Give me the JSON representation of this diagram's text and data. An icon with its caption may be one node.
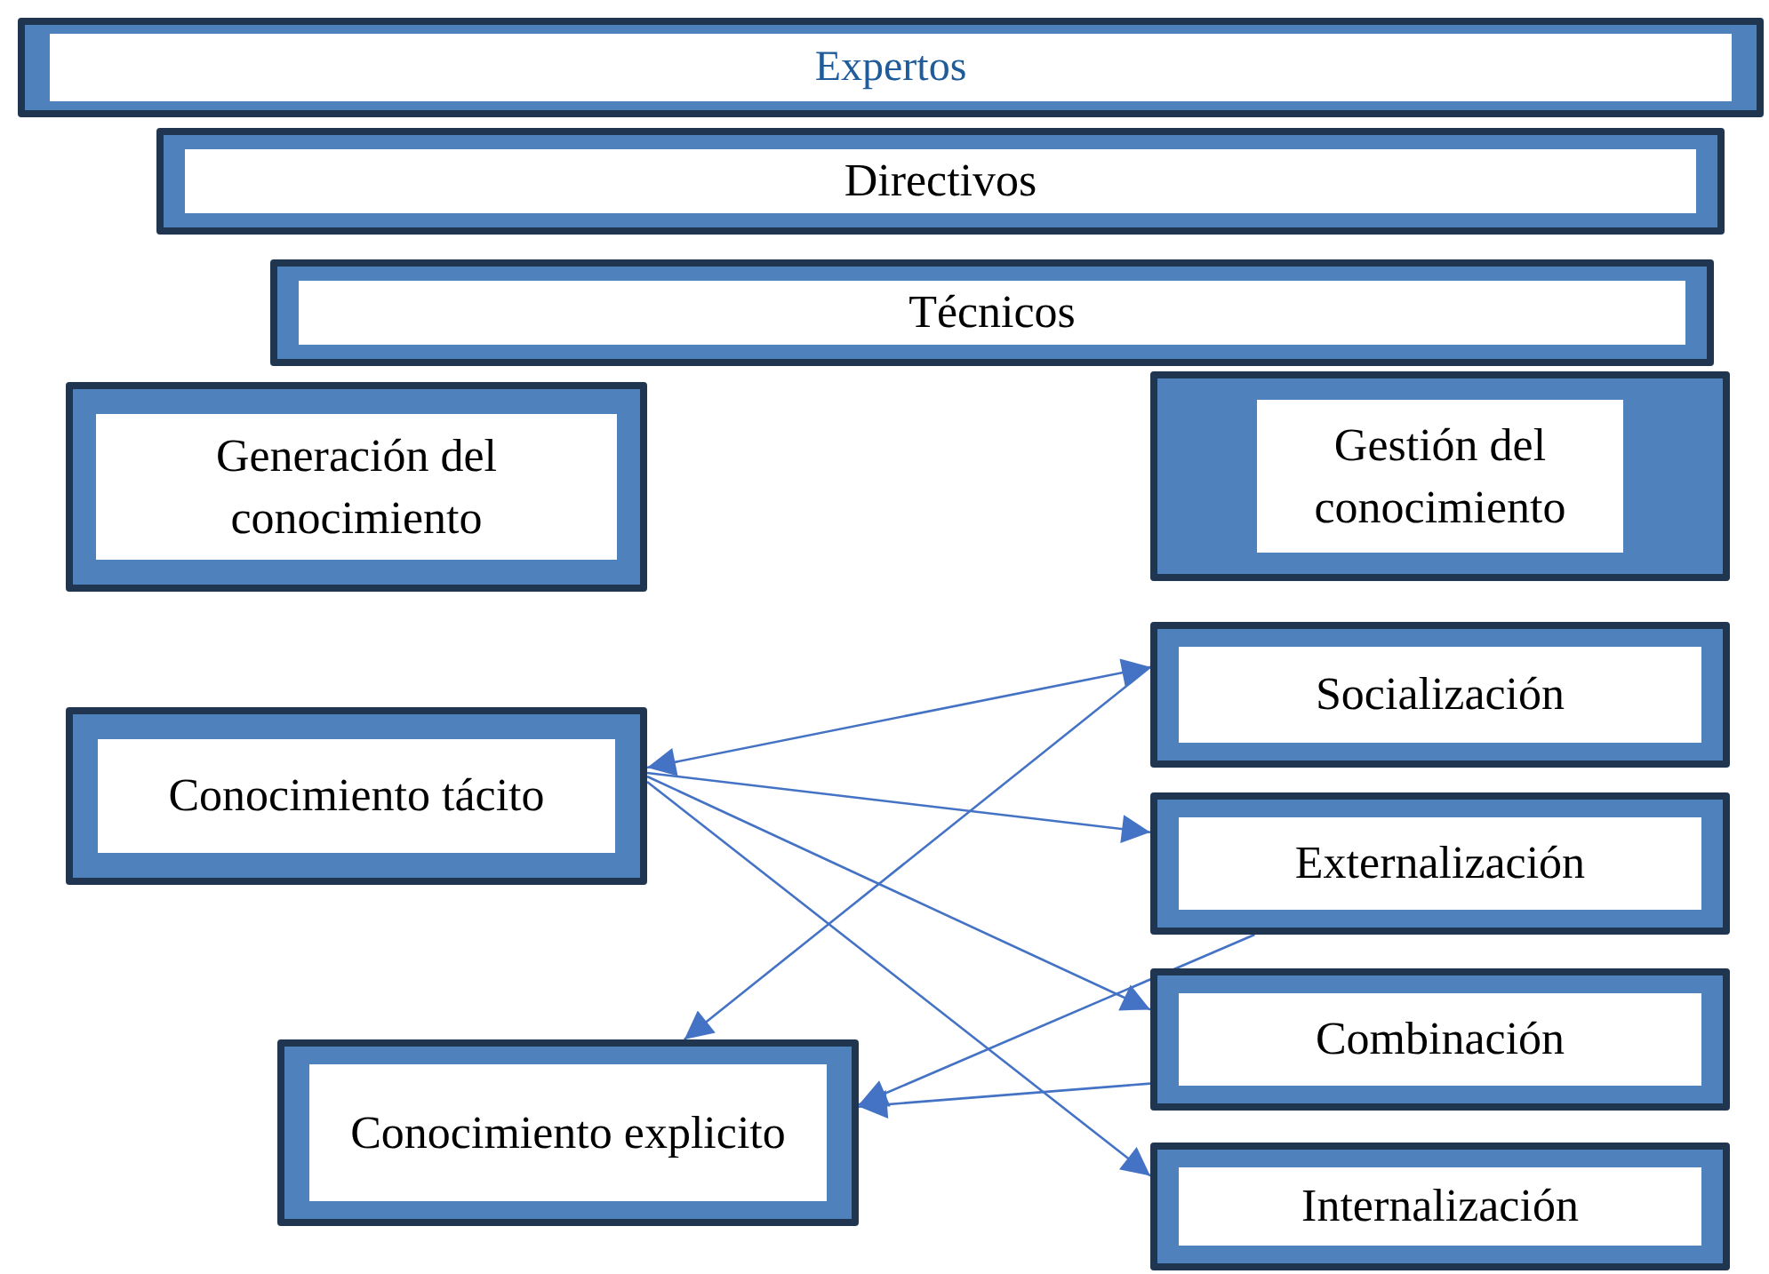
{
  "diagram": {
    "nodes": [
      {
        "text": [
          "Expertos"
        ]
      },
      {
        "text": [
          "Directivos"
        ]
      },
      {
        "text": [
          "Técnicos"
        ]
      },
      {
        "text": [
          "Generación del conocimiento"
        ]
      },
      {
        "text": [
          "Gestión del conocimiento"
        ]
      },
      {
        "text": [
          "Conocimiento tácito"
        ]
      },
      {
        "text": [
          "Socialización"
        ]
      },
      {
        "text": [
          "Externalización"
        ]
      },
      {
        "text": [
          "Combinación"
        ]
      },
      {
        "text": [
          "Internalización"
        ]
      },
      {
        "text": [
          "Conocimiento explicito"
        ]
      }
    ],
    "edges": [
      {
        "from": 5,
        "to": 6,
        "arrow": "both"
      },
      {
        "from": 5,
        "to": 7,
        "arrow": "to"
      },
      {
        "from": 5,
        "to": 8,
        "arrow": "to"
      },
      {
        "from": 5,
        "to": 9,
        "arrow": "to"
      },
      {
        "from": 6,
        "to": 10,
        "arrow": "to"
      },
      {
        "from": 7,
        "to": 10,
        "arrow": "to"
      },
      {
        "from": 8,
        "to": 10,
        "arrow": "to"
      }
    ]
  }
}
